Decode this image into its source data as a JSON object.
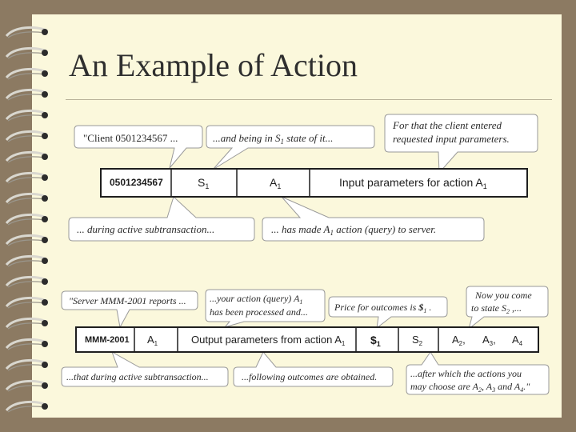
{
  "slide": {
    "title": "An Example of Action"
  },
  "diagram1": {
    "cells": {
      "client_id": "0501234567",
      "state": "S",
      "state_sub": "1",
      "action": "A",
      "action_sub": "1",
      "params": "Input parameters for action A",
      "params_sub": "1"
    },
    "callouts": {
      "client": "\"Client 0501234567 ...",
      "being_state_a": "...and being in S",
      "being_state_sub": "1",
      "being_state_b": " state of it...",
      "entered_1": "For that the client entered",
      "entered_2": "requested input parameters.",
      "during": "... during active subtransaction...",
      "made_a": "... has made A",
      "made_sub": "1",
      "made_b": " action (query) to server."
    }
  },
  "diagram2": {
    "cells": {
      "server_id": "MMM-2001",
      "action": "A",
      "action_sub": "1",
      "output": "Output parameters from action A",
      "output_sub": "1",
      "price": "$",
      "price_sub": "1",
      "state": "S",
      "state_sub": "2",
      "a2": "A",
      "a2_sub": "2",
      "a2_sep": ",",
      "a3": "A",
      "a3_sub": "3",
      "a3_sep": ",",
      "a4": "A",
      "a4_sub": "4"
    },
    "callouts": {
      "server": "\"Server MMM-2001 reports ...",
      "processed_1a": "...your action (query) A",
      "processed_1sub": "1",
      "processed_2": "has been processed and...",
      "price_a": "Price for outcomes is ",
      "price_sym": "$",
      "price_sub": "1",
      "price_b": " .",
      "now_1": "Now you come",
      "now_2a": "to state S",
      "now_2sub": "2",
      "now_2b": " ,...",
      "during": "...that during active subtransaction...",
      "following": "...following outcomes are obtained.",
      "after_1": "...after which the actions you",
      "after_2a": "may choose are A",
      "after_2s1": "2",
      "after_2b": ", A",
      "after_2s2": "3",
      "after_2c": " and A",
      "after_2s3": "4",
      "after_2d": ".\""
    }
  }
}
